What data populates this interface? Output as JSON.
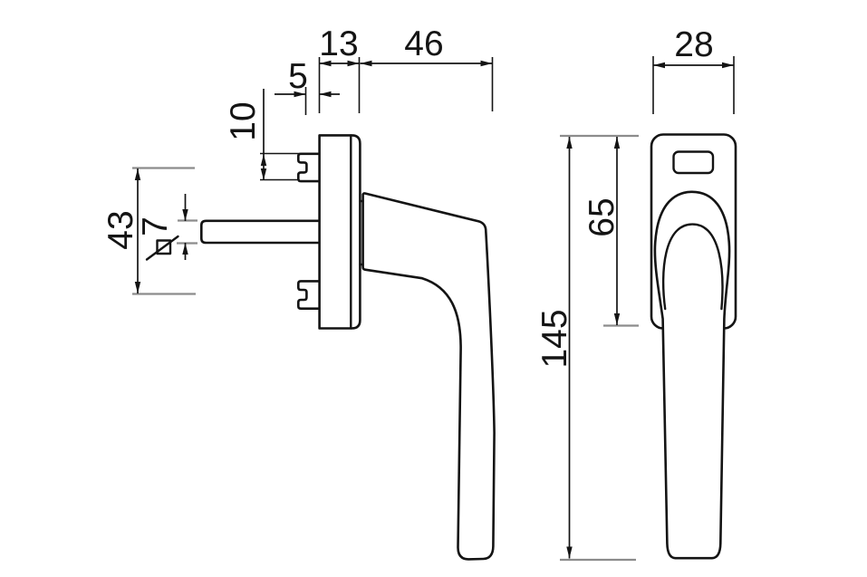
{
  "colors": {
    "background": "#ffffff",
    "line": "#141414",
    "reference_line": "#8c8c8c"
  },
  "dimensions": {
    "d13": {
      "label": "13"
    },
    "d46": {
      "label": "46"
    },
    "d5": {
      "label": "5"
    },
    "d10": {
      "label": "10"
    },
    "d43": {
      "label": "43"
    },
    "d7": {
      "label": "7",
      "symbol": "square-section-symbol"
    },
    "d28": {
      "label": "28"
    },
    "d65": {
      "label": "65"
    },
    "d145": {
      "label": "145"
    }
  }
}
